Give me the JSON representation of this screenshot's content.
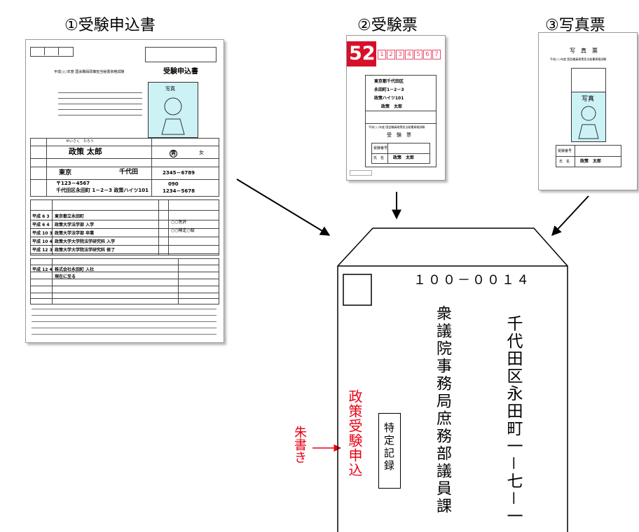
{
  "headings": {
    "doc1": "①受験申込書",
    "doc2": "②受験票",
    "doc3": "③写真票"
  },
  "doc1": {
    "title_prefix": "平成○○年度 国会職員政策担当秘書資格試験",
    "title": "受験申込書",
    "photo_label": "写真",
    "furigana": "せいさく　たろう",
    "name": "政策 太郎",
    "gender_male": "男",
    "gender_female": "女",
    "pref_label": "東京",
    "city_label": "千代田",
    "phone1": "2345－6789",
    "postal": "〒123－4567",
    "address": "千代田区永田町 1－2－3 政策ハイツ101",
    "mobile_area": "090",
    "mobile": "1234－5678",
    "education": [
      {
        "era": "平成",
        "y": "6",
        "m": "3",
        "text": "東京都立永田町"
      },
      {
        "era": "平成",
        "y": "6",
        "m": "4",
        "text": "政策大学法学部 入学"
      },
      {
        "era": "平成",
        "y": "10",
        "m": "3",
        "text": "政策大学法学部 卒業"
      },
      {
        "era": "平成",
        "y": "10",
        "m": "4",
        "text": "政策大学大学院法学研究科 入学"
      },
      {
        "era": "平成",
        "y": "12",
        "m": "3",
        "text": "政策大学大学院法学研究科 修了"
      }
    ],
    "licenses": [
      "○○免許",
      "○○検定○級"
    ],
    "career": [
      {
        "era": "平成",
        "y": "12",
        "m": "4",
        "text": "株式会社永田町 入社"
      },
      {
        "era": "",
        "y": "",
        "m": "",
        "text": "現在に至る"
      }
    ]
  },
  "doc2": {
    "number": "52",
    "zip_digits": [
      "1",
      "2",
      "3",
      "4",
      "5",
      "6",
      "7"
    ],
    "addr1": "東京都千代田区",
    "addr2": "永田町1－2－3",
    "addr3": "政策ハイツ101",
    "addressee": "政策　太郎",
    "exam_title": "平成○○年度 国会職員政策担当秘書資格試験",
    "card_title": "受　験　票",
    "num_label": "受験番号",
    "name_label": "氏　名",
    "name": "政策　太郎"
  },
  "doc3": {
    "card_title": "写　真　票",
    "exam_title": "平成○○年度 国会職員政策担当秘書資格試験",
    "photo_label": "写真",
    "num_label": "受験番号",
    "name_label": "氏　名",
    "name": "政策　太郎"
  },
  "envelope": {
    "zip": "１００－００１４",
    "address": "千代田区永田町一－七－一",
    "recipient": "衆議院事務局庶務部議員課",
    "special_mail": "特定記録",
    "red_note": "政策受験申込",
    "annotation": "朱書き"
  },
  "colors": {
    "red": "#e60012",
    "envelope_stroke": "#000000",
    "photo_fill": "#ccf2f6",
    "badge_red": "#d7102a",
    "zip_pink": "#e64b6e"
  }
}
